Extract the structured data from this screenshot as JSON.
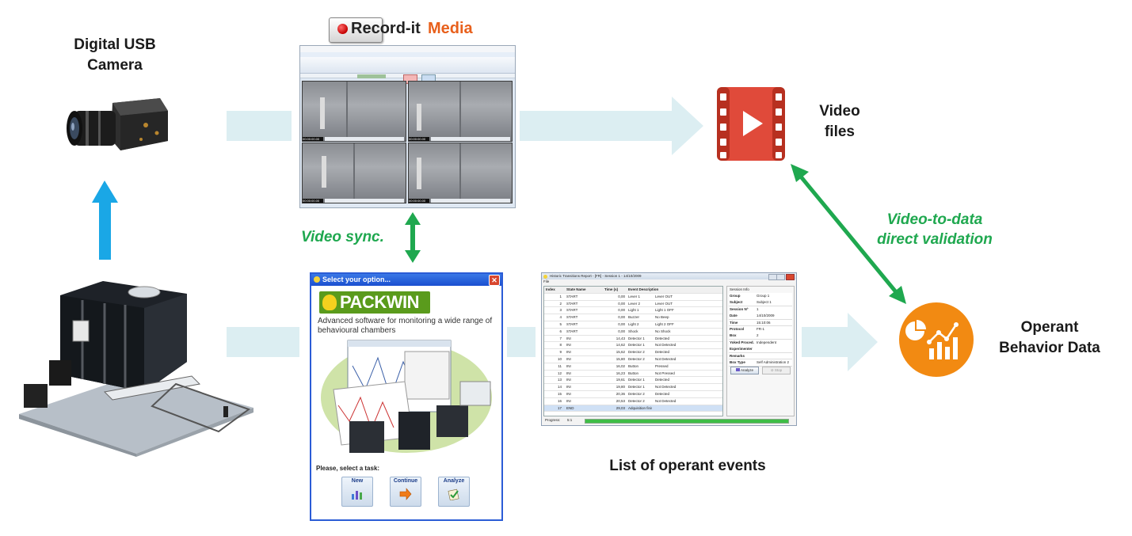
{
  "labels": {
    "camera": [
      "Digital USB",
      "Camera"
    ],
    "video_files": [
      "Video",
      "files"
    ],
    "operant_data": [
      "Operant",
      "Behavior Data"
    ],
    "video_sync": "Video sync.",
    "validation": [
      "Video-to-data",
      "direct validation"
    ],
    "event_list": "List of operant events"
  },
  "record_it": {
    "logo_part1": "Record-it",
    "logo_part2": "Media",
    "timestamp": "00:00:00.00"
  },
  "packwin": {
    "window_title": "Select your option...",
    "close": "✕",
    "logo": "PACKWIN",
    "description": "Advanced software for monitoring a wide range of behavioural chambers",
    "task_prompt": "Please, select a task:",
    "buttons": [
      "New",
      "Continue",
      "Analyze"
    ]
  },
  "report": {
    "window_title": "Historic Transitions Report - [FR] - Session 1 - 14/10/2009",
    "menu": "File",
    "columns": [
      "Index",
      "State Name",
      "Time (s)",
      "Event Description"
    ],
    "rows": [
      [
        "1",
        "START",
        "0,00",
        "Lever 1",
        "Lever OUT"
      ],
      [
        "2",
        "START",
        "0,00",
        "Lever 2",
        "Lever OUT"
      ],
      [
        "3",
        "START",
        "0,00",
        "Light 1",
        "Light 1 OFF"
      ],
      [
        "4",
        "START",
        "0,00",
        "Buzzer",
        "No Beep"
      ],
      [
        "5",
        "START",
        "0,00",
        "Light 2",
        "Light 2 OFF"
      ],
      [
        "6",
        "START",
        "0,00",
        "Shock",
        "No Shock"
      ],
      [
        "7",
        "INI",
        "14,43",
        "Detector 1",
        "Detected"
      ],
      [
        "8",
        "INI",
        "14,62",
        "Detector 1",
        "Not Detected"
      ],
      [
        "9",
        "INI",
        "15,62",
        "Detector 2",
        "Detected"
      ],
      [
        "10",
        "INI",
        "15,80",
        "Detector 2",
        "Not Detected"
      ],
      [
        "11",
        "INI",
        "16,02",
        "Button",
        "Pressed"
      ],
      [
        "12",
        "INI",
        "16,23",
        "Button",
        "Not Pressed"
      ],
      [
        "13",
        "INI",
        "19,61",
        "Detector 1",
        "Detected"
      ],
      [
        "14",
        "INI",
        "19,80",
        "Detector 1",
        "Not Detected"
      ],
      [
        "15",
        "INI",
        "20,36",
        "Detector 2",
        "Detected"
      ],
      [
        "16",
        "INI",
        "20,53",
        "Detector 2",
        "Not Detected"
      ],
      [
        "17",
        "END",
        "29,03",
        "Adquisition finished",
        ""
      ]
    ],
    "session_title": "Session Info",
    "session": [
      [
        "Group",
        "Group 1"
      ],
      [
        "Subject",
        "Subject 1"
      ],
      [
        "Session Nº",
        "1"
      ],
      [
        "Date",
        "14/10/2009"
      ],
      [
        "Time",
        "15:10:06"
      ],
      [
        "Protocol",
        "FR-1"
      ],
      [
        "Box",
        "2"
      ],
      [
        "Yoked Proced.",
        "Independent"
      ],
      [
        "Experimenter",
        ""
      ],
      [
        "Remarks",
        ""
      ],
      [
        "Box Type",
        "Self Administration 2"
      ]
    ],
    "analyze_btn": "Analyze",
    "stop_btn": "Stop",
    "status_label": "Progress:",
    "status_value": "5:1"
  },
  "colors": {
    "flow_arrow": "#dceef2",
    "blue_arrow": "#1aa7e6",
    "green": "#1fa84f",
    "video_red": "#e04a3a",
    "operant_orange": "#f28a12"
  }
}
